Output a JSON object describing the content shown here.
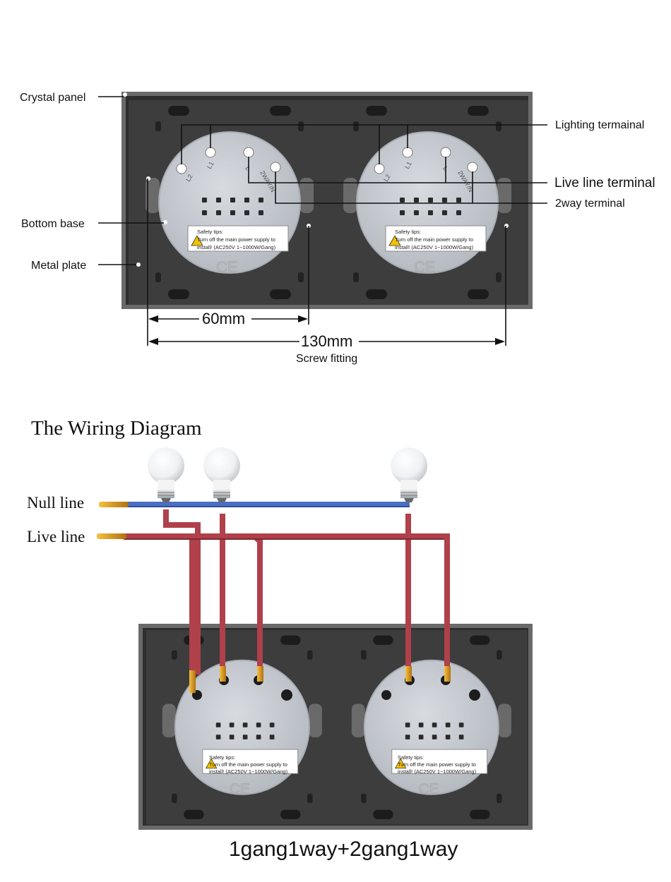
{
  "callouts": {
    "crystal_panel": "Crystal panel",
    "bottom_base": "Bottom base",
    "metal_plate": "Metal plate",
    "lighting_terminal": "Lighting termainal",
    "live_line_terminal": "Live line terminal",
    "two_way_terminal": "2way terminal"
  },
  "dimensions": {
    "d60": "60mm",
    "d130": "130mm",
    "screw_fitting": "Screw fitting"
  },
  "module": {
    "safety_title": "Safety tips:",
    "safety_line1": "Turn off the main power supply to",
    "safety_line2": "install! (AC250V  1~1000W/Gang)",
    "safety_line2_alt": "install! (AC250V  1~1000W/Gang)",
    "ce_mark": "CE",
    "term_l2": "L2",
    "term_l1": "L1",
    "term_l": "L",
    "term_2way": "2WAY/N"
  },
  "wiring": {
    "title": "The Wiring Diagram",
    "null_line": "Null line",
    "live_line": "Live line",
    "caption": "1gang1way+2gang1way"
  },
  "colors": {
    "null_wire": "#4a6fc4",
    "live_wire": "#b0404a",
    "copper": "#e0a020",
    "panel_frame": "#4a4a4a",
    "panel_inner": "#3a3a3a",
    "module_body": "#c8ccd2"
  }
}
